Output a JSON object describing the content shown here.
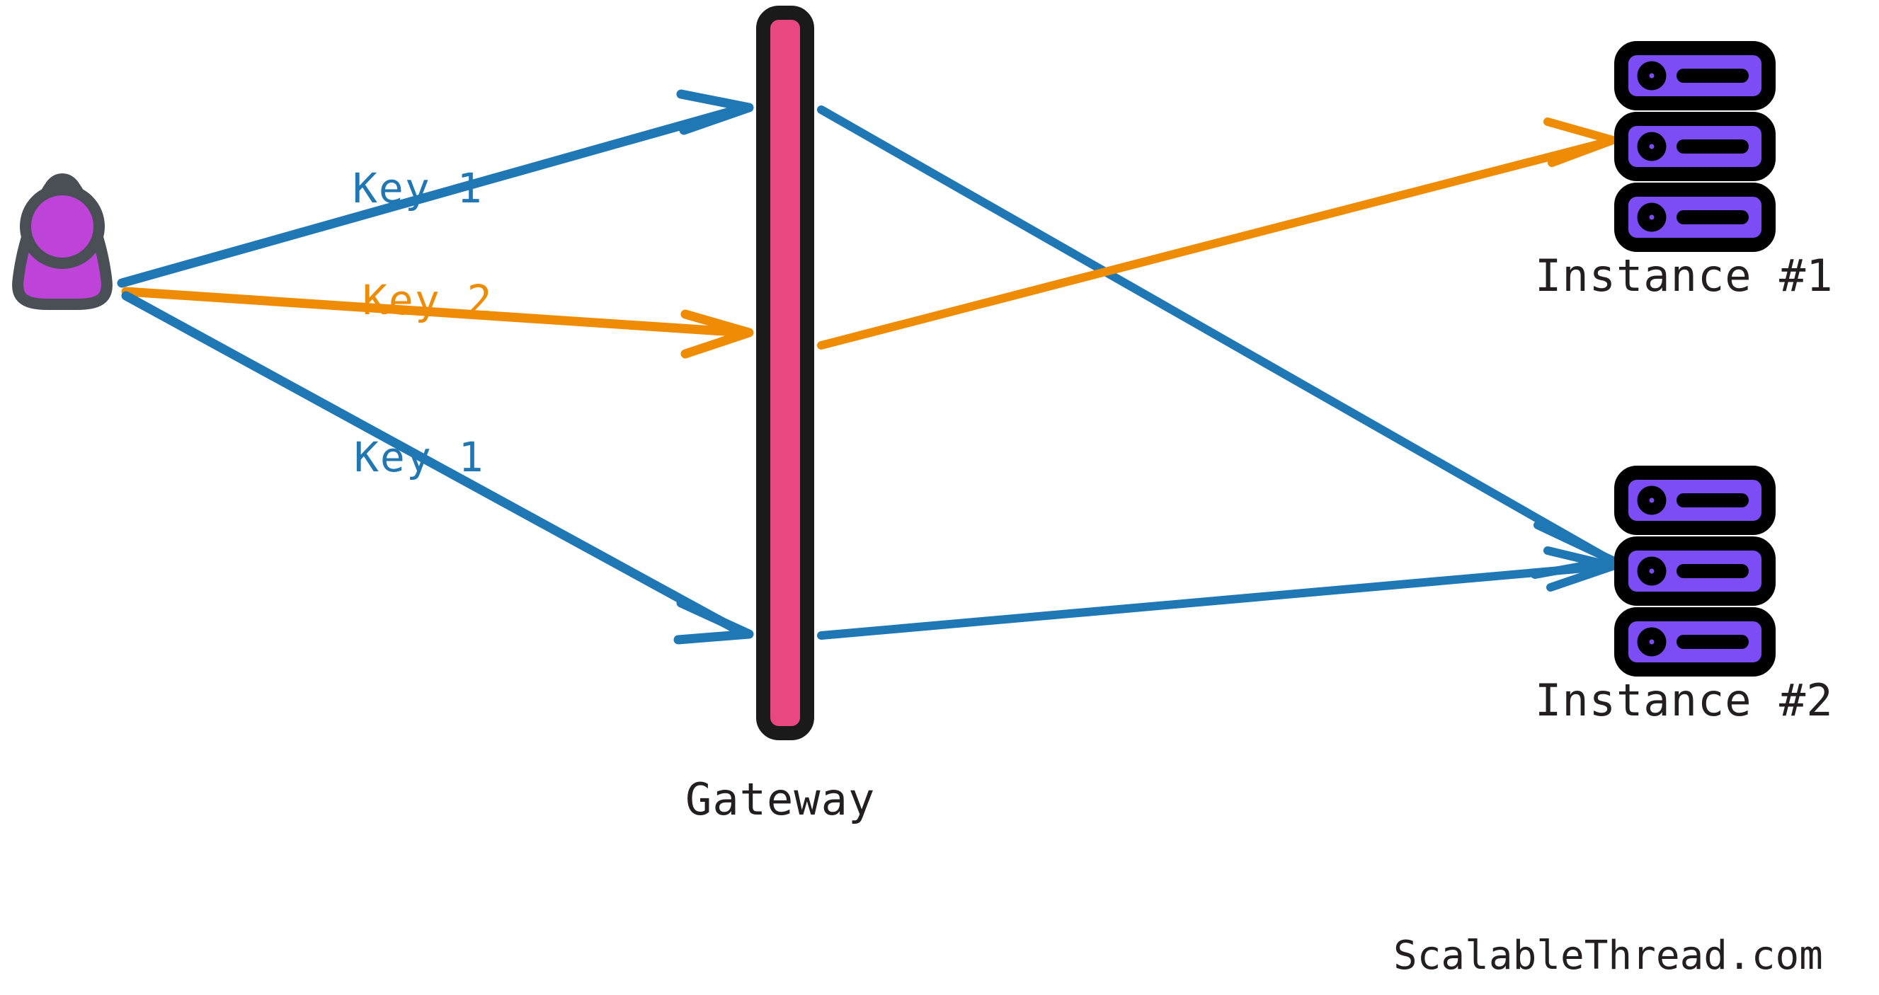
{
  "diagram": {
    "title": "Consistent hashing / key routing through a gateway",
    "watermark": "ScalableThread.com",
    "colors": {
      "blue": "#1f77b4",
      "orange": "#ef8c05",
      "gateway_pink": "#e8487f",
      "server_purple": "#7c4df5",
      "user_purple": "#be43d8",
      "user_outline": "#4a4f55",
      "outline_black": "#111111",
      "text": "#231f20",
      "background": "#ffffff"
    },
    "nodes": [
      {
        "id": "client",
        "label": "",
        "icon": "user-icon",
        "type": "actor"
      },
      {
        "id": "gateway",
        "label": "Gateway",
        "icon": "gateway-bar-icon",
        "type": "bar"
      },
      {
        "id": "instance1",
        "label": "Instance #1",
        "icon": "server-rack-icon",
        "type": "server"
      },
      {
        "id": "instance2",
        "label": "Instance #2",
        "icon": "server-rack-icon",
        "type": "server"
      }
    ],
    "edges": [
      {
        "id": "e1",
        "from": "client",
        "to": "gateway",
        "label": "Key 1",
        "color": "blue"
      },
      {
        "id": "e2",
        "from": "client",
        "to": "gateway",
        "label": "Key 2",
        "color": "orange"
      },
      {
        "id": "e3",
        "from": "client",
        "to": "gateway",
        "label": "Key 1",
        "color": "blue"
      },
      {
        "id": "e4",
        "from": "gateway",
        "to": "instance2",
        "label": "",
        "color": "blue"
      },
      {
        "id": "e5",
        "from": "gateway",
        "to": "instance1",
        "label": "",
        "color": "orange"
      },
      {
        "id": "e6",
        "from": "gateway",
        "to": "instance2",
        "label": "",
        "color": "blue"
      }
    ],
    "labels": {
      "key1_top": "Key 1",
      "key2_middle": "Key 2",
      "key1_bottom": "Key 1",
      "gateway": "Gateway",
      "instance1": "Instance #1",
      "instance2": "Instance #2"
    }
  }
}
